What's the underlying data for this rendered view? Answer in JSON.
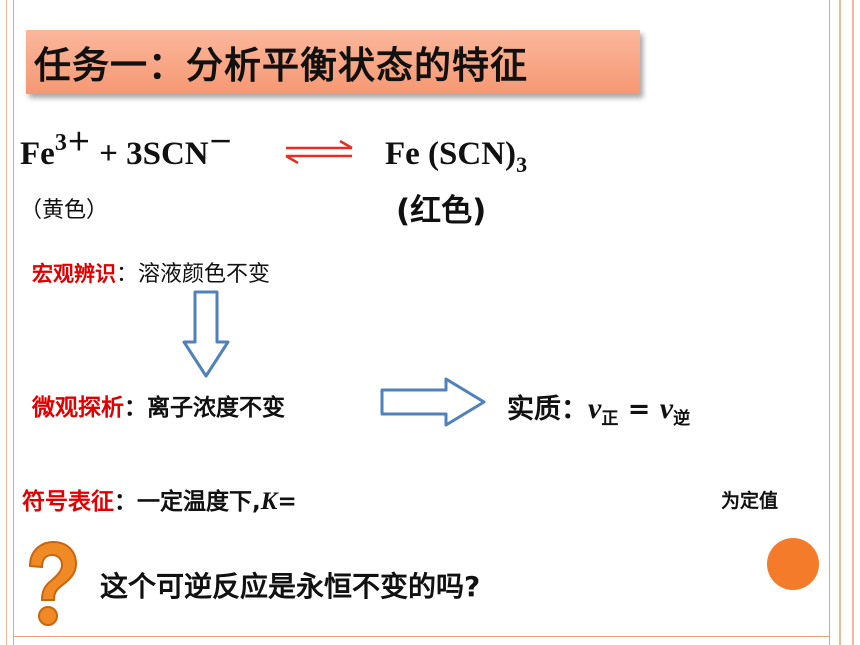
{
  "title": "任务一：分析平衡状态的特征",
  "equation": {
    "left_ion": "Fe",
    "left_charge": "3＋",
    "plus_reagent": "+ 3SCN",
    "reagent_charge": "－",
    "product": "Fe (SCN)",
    "product_sub": "3"
  },
  "notes": {
    "left_color": "（黄色）",
    "right_color": "(红色)"
  },
  "macro": {
    "label": "宏观辨识",
    "colon": "：",
    "text": "溶液颜色不变"
  },
  "micro": {
    "label": "微观探析",
    "colon": "：",
    "text": "离子浓度不变"
  },
  "essence": {
    "label": "实质：",
    "v1": "v",
    "v1_sub": "正",
    "eq": " = ",
    "v2": "v",
    "v2_sub": "逆"
  },
  "symbol": {
    "label": "符号表征",
    "colon": "：",
    "text": "一定温度下,",
    "k": "K",
    "k_eq": "=",
    "tail": "为定值"
  },
  "question": "这个可逆反应是永恒不变的吗?",
  "colors": {
    "banner": "#f7a47f",
    "accent_red": "#e00000",
    "arrow_blue": "#4f81bd",
    "dot_orange": "#f47b2a",
    "qmark_orange": "#f08a24"
  },
  "icons": [
    "equilibrium-arrows-icon",
    "down-arrow-icon",
    "right-arrow-icon",
    "question-mark-icon"
  ]
}
